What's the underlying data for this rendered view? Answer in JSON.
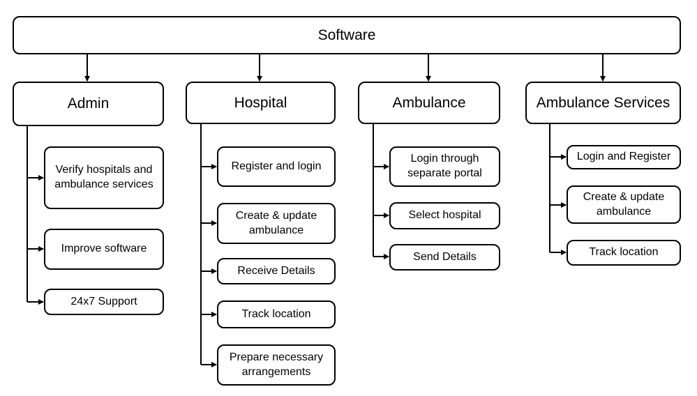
{
  "root": {
    "label": "Software"
  },
  "categories": [
    {
      "label": "Admin",
      "items": [
        "Verify hospitals and ambulance services",
        "Improve software",
        "24x7 Support"
      ]
    },
    {
      "label": "Hospital",
      "items": [
        "Register and login",
        "Create & update ambulance",
        "Receive Details",
        "Track location",
        "Prepare necessary arrangements"
      ]
    },
    {
      "label": "Ambulance",
      "items": [
        "Login through separate portal",
        "Select hospital",
        "Send Details"
      ]
    },
    {
      "label": "Ambulance Services",
      "items": [
        "Login and Register",
        "Create & update ambulance",
        "Track location"
      ]
    }
  ]
}
